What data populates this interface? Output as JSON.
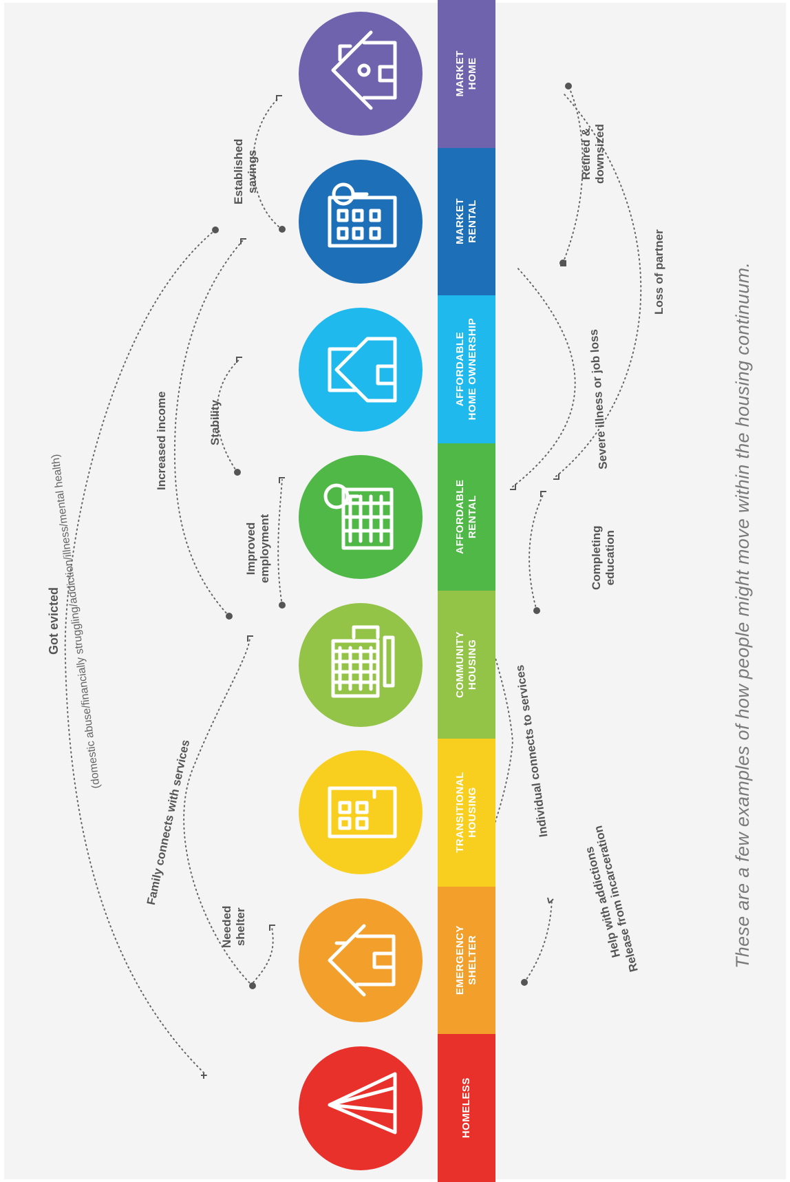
{
  "stages": [
    {
      "label": "HOMELESS",
      "color": "#e8312a",
      "icon": "tent-icon"
    },
    {
      "label": "EMERGENCY\nSHELTER",
      "color": "#f2a02b",
      "icon": "shelter-house-icon"
    },
    {
      "label": "TRANSITIONAL\nHOUSING",
      "color": "#f8cf1f",
      "icon": "transitional-building-icon"
    },
    {
      "label": "COMMUNITY\nHOUSING",
      "color": "#93c447",
      "icon": "community-building-icon"
    },
    {
      "label": "AFFORDABLE\nRENTAL",
      "color": "#4fb847",
      "icon": "affordable-rental-building-icon"
    },
    {
      "label": "AFFORDABLE\nHOME OWNERSHIP",
      "color": "#1fb9ee",
      "icon": "ownership-house-icon"
    },
    {
      "label": "MARKET\nRENTAL",
      "color": "#1d6fb8",
      "icon": "market-rental-building-icon"
    },
    {
      "label": "MARKET\nHOME",
      "color": "#6f63ad",
      "icon": "market-home-icon"
    }
  ],
  "upper_paths": {
    "got_evicted": "Got evicted",
    "got_evicted_detail": "(domestic abuse/financially struggling/addiction/illness/mental health)",
    "increased_income": "Increased income",
    "family_connects": "Family connects with services",
    "needed_shelter": "Needed\nshelter",
    "improved_employment": "Improved\nemployment",
    "stability": "Stability",
    "established_savings": "Established\nsavings"
  },
  "lower_paths": {
    "help_with_addictions": "Help with addictions\nRelease from incarceration",
    "individual_connects": "Individual connects to services",
    "completing_education": "Completing\neducation",
    "severe_illness": "Severe illness or job loss",
    "loss_of_partner": "Loss of partner",
    "retired": "Retired &\ndownsized"
  },
  "caption": "These are a few examples of how people might move within the housing continuum."
}
